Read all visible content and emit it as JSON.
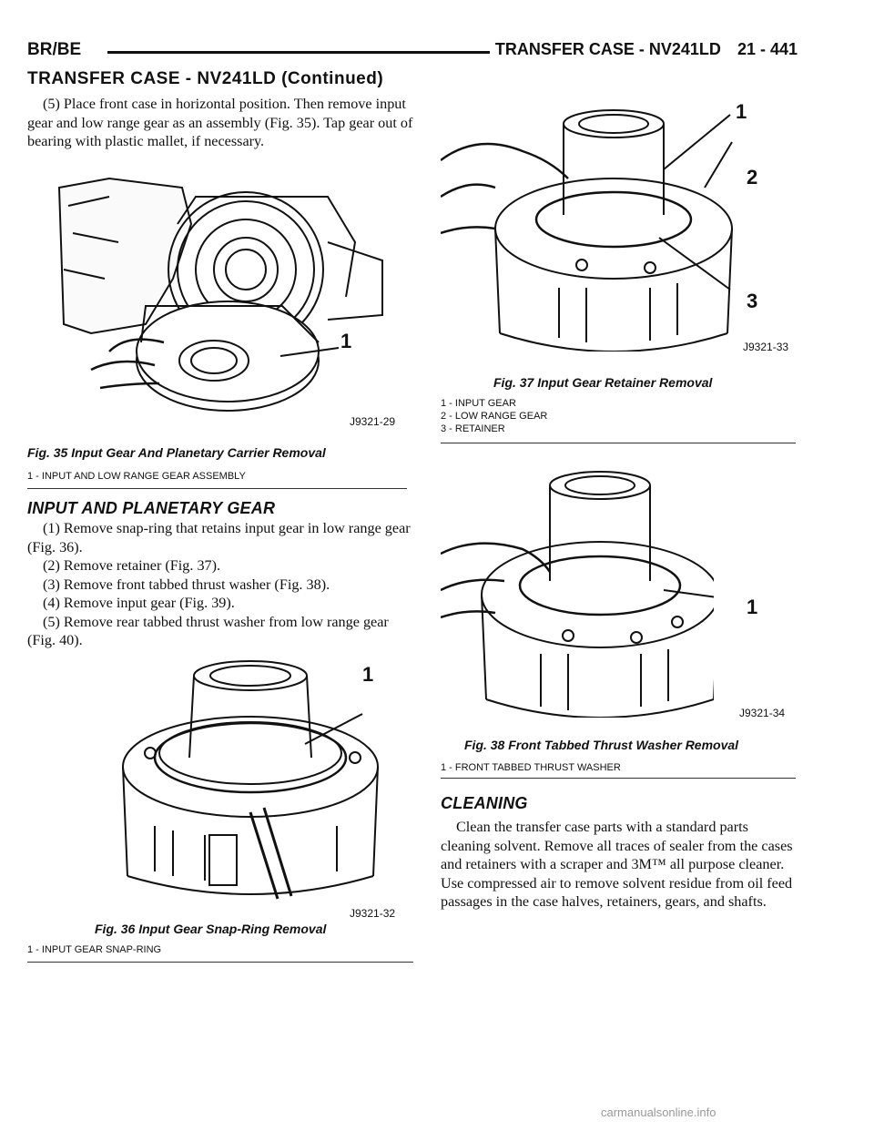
{
  "header": {
    "left": "BR/BE",
    "section": "TRANSFER CASE - NV241LD",
    "page": "21 - 441"
  },
  "continued_title": "TRANSFER CASE - NV241LD (Continued)",
  "intro_paragraph": "(5) Place front case in horizontal position. Then remove input gear and low range gear as an assembly (Fig. 35). Tap gear out of bearing with plastic mallet, if necessary.",
  "figures": {
    "fig35": {
      "code": "J9321-29",
      "callouts": [
        "1"
      ],
      "caption": "Fig. 35 Input Gear And Planetary Carrier Removal",
      "legend": [
        "1 - INPUT AND LOW RANGE GEAR ASSEMBLY"
      ]
    },
    "fig36": {
      "code": "J9321-32",
      "callouts": [
        "1"
      ],
      "caption": "Fig. 36 Input Gear Snap-Ring Removal",
      "legend": [
        "1 - INPUT GEAR SNAP-RING"
      ]
    },
    "fig37": {
      "code": "J9321-33",
      "callouts": [
        "1",
        "2",
        "3"
      ],
      "caption": "Fig. 37 Input Gear Retainer Removal",
      "legend": [
        "1 - INPUT GEAR",
        "2 - LOW RANGE GEAR",
        "3 - RETAINER"
      ]
    },
    "fig38": {
      "code": "J9321-34",
      "callouts": [
        "1"
      ],
      "caption": "Fig. 38 Front Tabbed Thrust Washer Removal",
      "legend": [
        "1 - FRONT TABBED THRUST WASHER"
      ]
    }
  },
  "input_section": {
    "heading": "INPUT AND PLANETARY GEAR",
    "steps": [
      "(1) Remove snap-ring that retains input gear in low range gear (Fig. 36).",
      "(2) Remove retainer (Fig. 37).",
      "(3) Remove front tabbed thrust washer (Fig. 38).",
      "(4) Remove input gear (Fig. 39).",
      "(5) Remove rear tabbed thrust washer from low range gear (Fig. 40)."
    ]
  },
  "cleaning_section": {
    "heading": "CLEANING",
    "text": "Clean the transfer case parts with a standard parts cleaning solvent. Remove all traces of sealer from the cases and retainers with a scraper and 3M™ all purpose cleaner. Use compressed air to remove solvent residue from oil feed passages in the case halves, retainers, gears, and shafts."
  },
  "watermark": "carmanualsonline.info"
}
